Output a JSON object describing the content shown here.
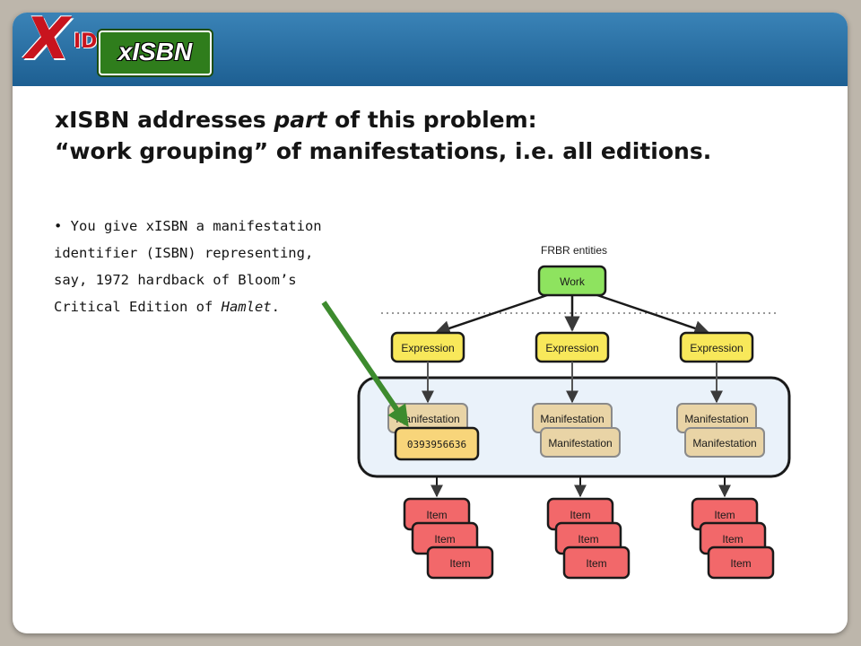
{
  "header": {
    "logo_letter": "X",
    "logo_suffix": "ID",
    "badge_label": "xISBN"
  },
  "headline": {
    "line1_before": "xISBN addresses ",
    "line1_emphasis": "part",
    "line1_after": " of this problem:",
    "line2": "“work grouping” of manifestations, i.e. all editions."
  },
  "bullet": {
    "line1": "• You give xISBN a manifestation",
    "line2": "identifier (ISBN) representing,",
    "line3": "say, 1972 hardback of Bloom’s",
    "line4_before": "Critical Edition of ",
    "line4_emphasis": "Hamlet",
    "line4_after": "."
  },
  "diagram": {
    "title": "FRBR entities",
    "work_label": "Work",
    "expression_label": "Expression",
    "manifestation_label": "Manifestation",
    "item_label": "Item",
    "isbn_label": "0393956636",
    "colors": {
      "banner": "#2a72a6",
      "badge": "#2f7d1c",
      "logo": "#c8141e",
      "work": "#8ee35f",
      "expression": "#f8e85a",
      "manifestation": "#e9d4a6",
      "item": "#f2686a",
      "isbn": "#f8d57a",
      "group_box": "#eaf2fa",
      "arrow": "#3d8b2e"
    }
  }
}
